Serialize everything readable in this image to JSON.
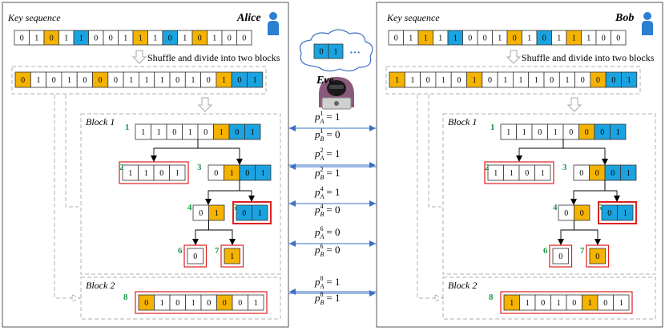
{
  "colors": {
    "white": "#ffffff",
    "orange": "#f5b301",
    "blue": "#1aa3e0",
    "red_box": "#e02020",
    "step_green": "#1a9a4a",
    "arrow_blue": "#3b6fc4",
    "dash_gray": "#b0b0b0",
    "person_blue": "#2a7fd0"
  },
  "alice": {
    "label": "Key sequence",
    "name": "Alice",
    "key_sequence": [
      "0",
      "1",
      "0",
      "1",
      "1",
      "0",
      "0",
      "1",
      "1",
      "1",
      "0",
      "1",
      "0",
      "1",
      "0",
      "0"
    ],
    "key_colors": [
      "w",
      "w",
      "o",
      "w",
      "b",
      "w",
      "w",
      "w",
      "o",
      "w",
      "b",
      "w",
      "o",
      "w",
      "w",
      "w"
    ],
    "shuffle_label": "Shuffle and divide into two blocks",
    "shuffled": [
      "0",
      "1",
      "0",
      "1",
      "0",
      "0",
      "0",
      "1",
      "1",
      "1",
      "0",
      "1",
      "0",
      "1",
      "0",
      "1"
    ],
    "shuffled_colors": [
      "o",
      "w",
      "w",
      "w",
      "w",
      "o",
      "w",
      "w",
      "w",
      "w",
      "w",
      "w",
      "w",
      "o",
      "b",
      "b"
    ],
    "block1_label": "Block 1",
    "block2_label": "Block 2",
    "node1": [
      "1",
      "1",
      "0",
      "1",
      "0",
      "1",
      "0",
      "1"
    ],
    "node1_colors": [
      "w",
      "w",
      "w",
      "w",
      "w",
      "o",
      "b",
      "b"
    ],
    "node2": [
      "1",
      "1",
      "0",
      "1"
    ],
    "node3": [
      "0",
      "1",
      "0",
      "1"
    ],
    "node3_colors": [
      "w",
      "o",
      "b",
      "b"
    ],
    "node4": [
      "0",
      "1"
    ],
    "node4_colors": [
      "w",
      "o"
    ],
    "node5": [
      "0",
      "1"
    ],
    "node6": [
      "0"
    ],
    "node7": [
      "1"
    ],
    "node8": [
      "0",
      "1",
      "0",
      "1",
      "0",
      "0",
      "0",
      "1"
    ],
    "node8_colors": [
      "o",
      "w",
      "w",
      "w",
      "w",
      "o",
      "w",
      "w"
    ]
  },
  "bob": {
    "label": "Key sequence",
    "name": "Bob",
    "key_sequence": [
      "0",
      "1",
      "1",
      "1",
      "1",
      "0",
      "0",
      "1",
      "0",
      "1",
      "0",
      "1",
      "1",
      "1",
      "0",
      "0"
    ],
    "key_colors": [
      "w",
      "w",
      "o",
      "w",
      "b",
      "w",
      "w",
      "w",
      "o",
      "w",
      "b",
      "w",
      "o",
      "w",
      "w",
      "w"
    ],
    "shuffle_label": "Shuffle and divide into two blocks",
    "shuffled": [
      "1",
      "1",
      "0",
      "1",
      "0",
      "1",
      "0",
      "1",
      "1",
      "1",
      "0",
      "1",
      "0",
      "0",
      "0",
      "1"
    ],
    "shuffled_colors": [
      "o",
      "w",
      "w",
      "w",
      "w",
      "o",
      "w",
      "w",
      "w",
      "w",
      "w",
      "w",
      "w",
      "o",
      "b",
      "b"
    ],
    "block1_label": "Block 1",
    "block2_label": "Block 2",
    "node1": [
      "1",
      "1",
      "0",
      "1",
      "0",
      "0",
      "0",
      "1"
    ],
    "node1_colors": [
      "w",
      "w",
      "w",
      "w",
      "w",
      "o",
      "b",
      "b"
    ],
    "node2": [
      "1",
      "1",
      "0",
      "1"
    ],
    "node3": [
      "0",
      "0",
      "0",
      "1"
    ],
    "node3_colors": [
      "w",
      "o",
      "b",
      "b"
    ],
    "node4": [
      "0",
      "0"
    ],
    "node4_colors": [
      "w",
      "o"
    ],
    "node5": [
      "0",
      "1"
    ],
    "node6": [
      "0"
    ],
    "node7": [
      "0"
    ],
    "node8": [
      "1",
      "1",
      "0",
      "1",
      "0",
      "1",
      "0",
      "1"
    ],
    "node8_colors": [
      "o",
      "w",
      "w",
      "w",
      "w",
      "o",
      "w",
      "w"
    ]
  },
  "eve": {
    "name": "Eve",
    "cells": [
      "0",
      "1"
    ],
    "ellipsis": "···"
  },
  "step_numbers": [
    "1",
    "2",
    "3",
    "4",
    "5",
    "6",
    "7",
    "8"
  ],
  "parities": [
    {
      "var": "p",
      "sub": "A",
      "sup": "1",
      "val": "= 1"
    },
    {
      "var": "p",
      "sub": "B",
      "sup": "1",
      "val": "= 0"
    },
    {
      "var": "p",
      "sub": "A",
      "sup": "2",
      "val": "= 1"
    },
    {
      "var": "p",
      "sub": "B",
      "sup": "2",
      "val": "= 1"
    },
    {
      "var": "p",
      "sub": "A",
      "sup": "4",
      "val": "= 1"
    },
    {
      "var": "p",
      "sub": "B",
      "sup": "4",
      "val": "= 0"
    },
    {
      "var": "p",
      "sub": "A",
      "sup": "6",
      "val": "= 0"
    },
    {
      "var": "p",
      "sub": "B",
      "sup": "6",
      "val": "= 0"
    },
    {
      "var": "p",
      "sub": "A",
      "sup": "8",
      "val": "= 1"
    },
    {
      "var": "p",
      "sub": "B",
      "sup": "8",
      "val": "= 1"
    }
  ]
}
